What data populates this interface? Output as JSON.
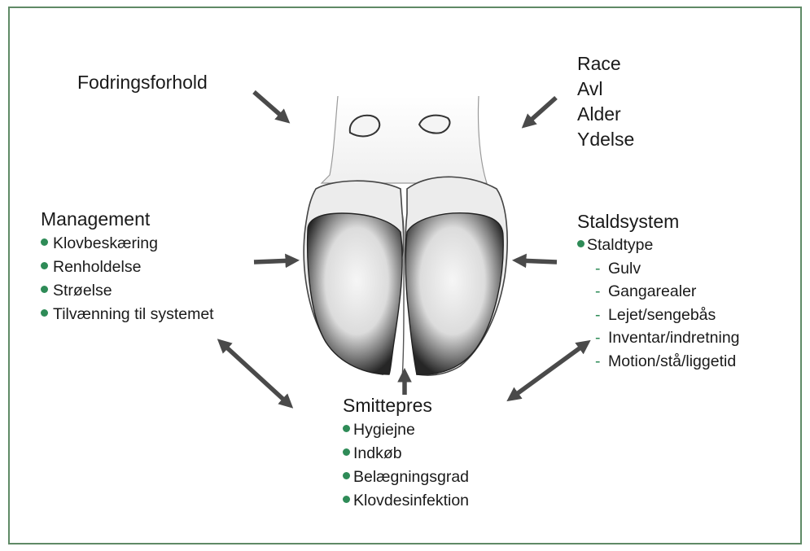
{
  "colors": {
    "frame": "#5f8a66",
    "bullet": "#2e8b57",
    "arrow": "#4a4a4a",
    "dash": "#2e8b57"
  },
  "factors": {
    "feeding": "Fodringsforhold",
    "animal": [
      "Race",
      "Avl",
      "Alder",
      "Ydelse"
    ],
    "management": {
      "title": "Management",
      "items": [
        "Klovbeskæring",
        "Renholdelse",
        "Strøelse",
        "Tilvænning til systemet"
      ]
    },
    "housing": {
      "title": "Staldsystem",
      "item": "Staldtype",
      "subitems": [
        "Gulv",
        "Gangarealer",
        "Lejet/sengebås",
        "Inventar/indretning",
        "Motion/stå/liggetid"
      ]
    },
    "infection": {
      "title": "Smittepres",
      "items": [
        "Hygiejne",
        "Indkøb",
        "Belægningsgrad",
        "Klovdesinfektion"
      ]
    }
  },
  "icons": {
    "arrow": "arrow-icon",
    "bullet": "bullet-dot-icon",
    "hoof": "hoof-illustration"
  }
}
